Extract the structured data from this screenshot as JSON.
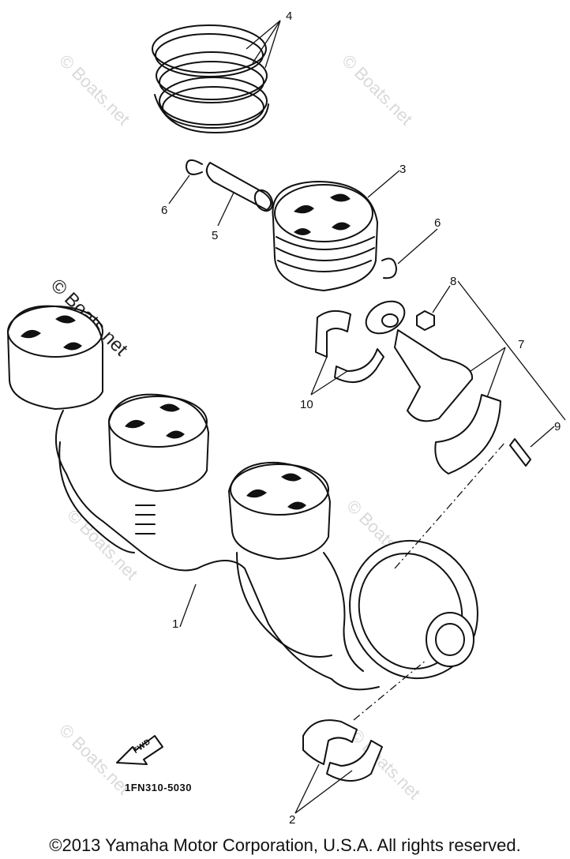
{
  "diagram": {
    "callouts": [
      "1",
      "2",
      "3",
      "4",
      "5",
      "6",
      "6",
      "7",
      "8",
      "9",
      "10"
    ],
    "front_arrow_label": "FWD",
    "part_code": "1FN310-5030",
    "watermarks": [
      "© Boats.net",
      "© Boats.net",
      "© Boats.net",
      "© Boats.net",
      "© Boats.net",
      "© Boats.net",
      "© Boats.net"
    ]
  },
  "footer": {
    "copyright": "©2013 Yamaha Motor Corporation, U.S.A. All rights reserved."
  }
}
